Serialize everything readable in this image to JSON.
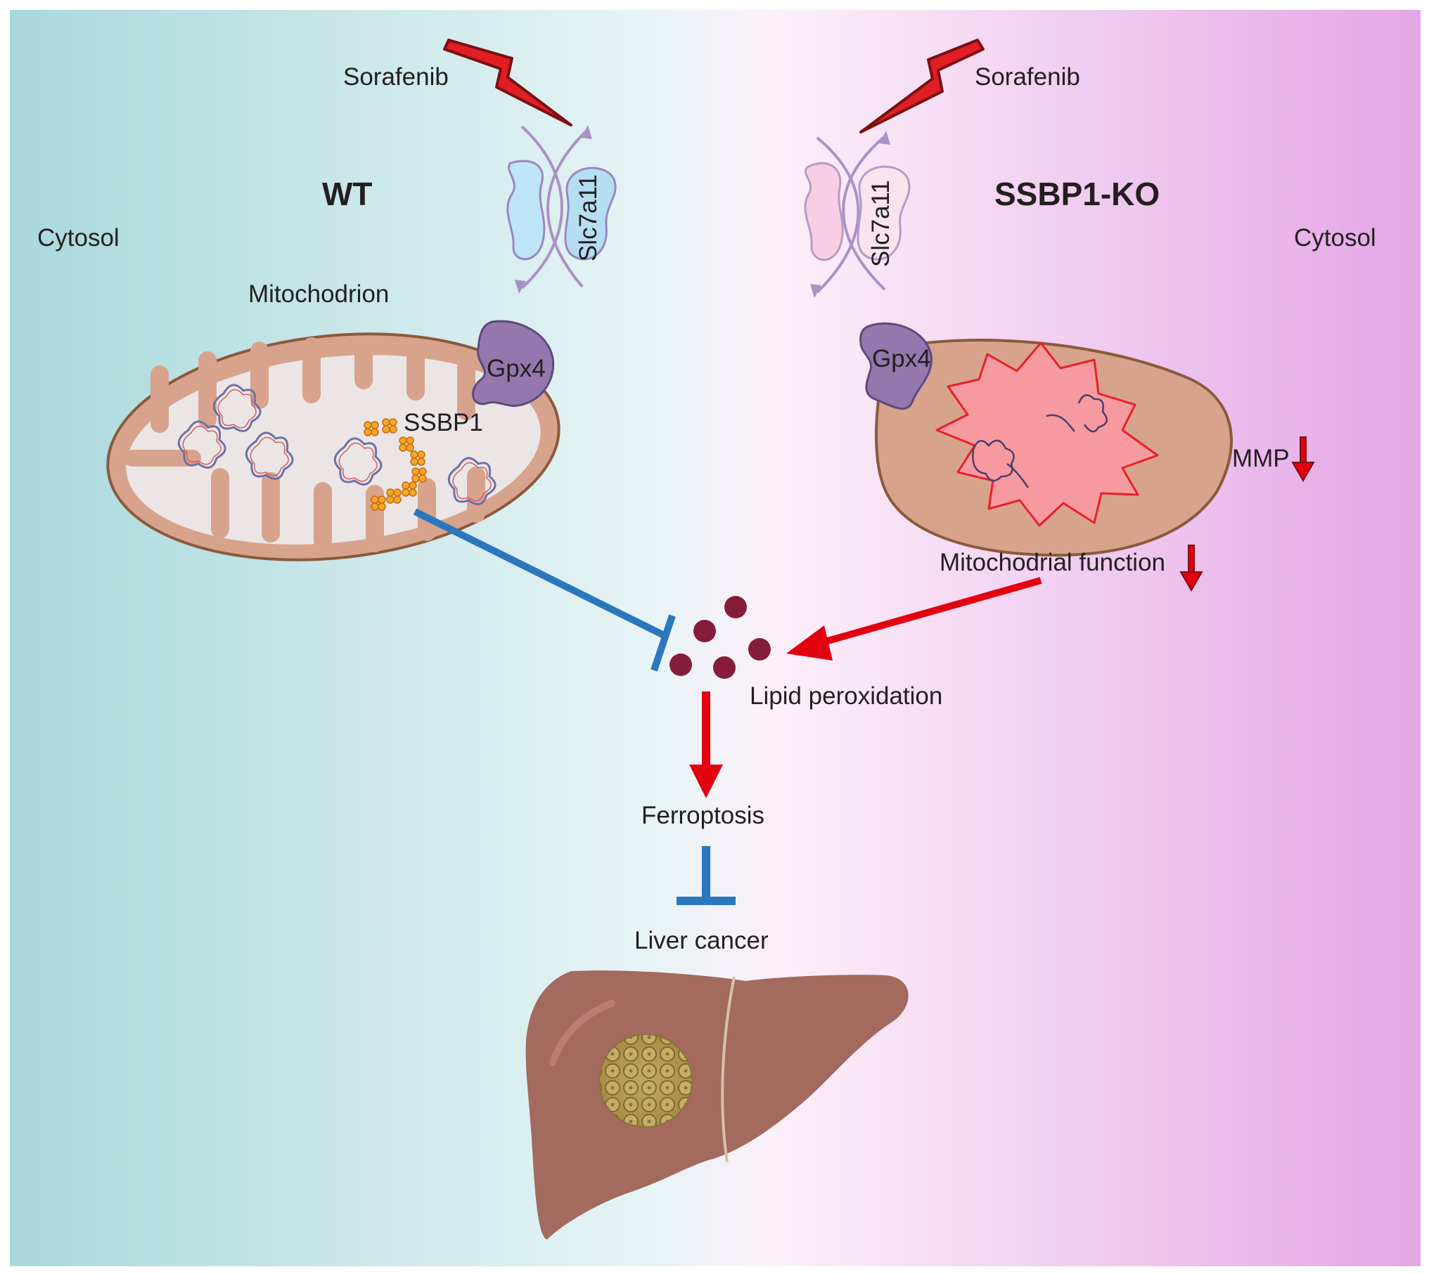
{
  "labels": {
    "sorafenib_left": "Sorafenib",
    "sorafenib_right": "Sorafenib",
    "wt": "WT",
    "ko": "SSBP1-KO",
    "cytosol_left": "Cytosol",
    "cytosol_right": "Cytosol",
    "mitochondrion": "Mitochodrion",
    "slc_left": "Slc7a11",
    "slc_right": "Slc7a11",
    "gpx4_left": "Gpx4",
    "gpx4_right": "Gpx4",
    "ssbp1": "SSBP1",
    "mmp": "MMP",
    "mito_function": "Mitochodrial function",
    "lipid": "Lipid peroxidation",
    "ferroptosis": "Ferroptosis",
    "liver_cancer": "Liver cancer"
  },
  "colors": {
    "bg_left": "#a9d8dc",
    "bg_center": "#fdf1f8",
    "bg_right": "#e4a6e6",
    "inhibit_blue": "#2a77bd",
    "activate_red": "#e3000f",
    "mito_outer": "#d8a38c",
    "mito_stroke": "#8a5a3c",
    "gpx4": "#9477ad",
    "lipid_dot": "#861c3b",
    "liver": "#a36a5e",
    "tumor": "#b79b58"
  },
  "icons": [
    "lightning-bolt-icon",
    "transporter-icon",
    "mitochondrion-icon",
    "liver-icon",
    "down-arrow-icon",
    "inhibit-bar-icon"
  ]
}
